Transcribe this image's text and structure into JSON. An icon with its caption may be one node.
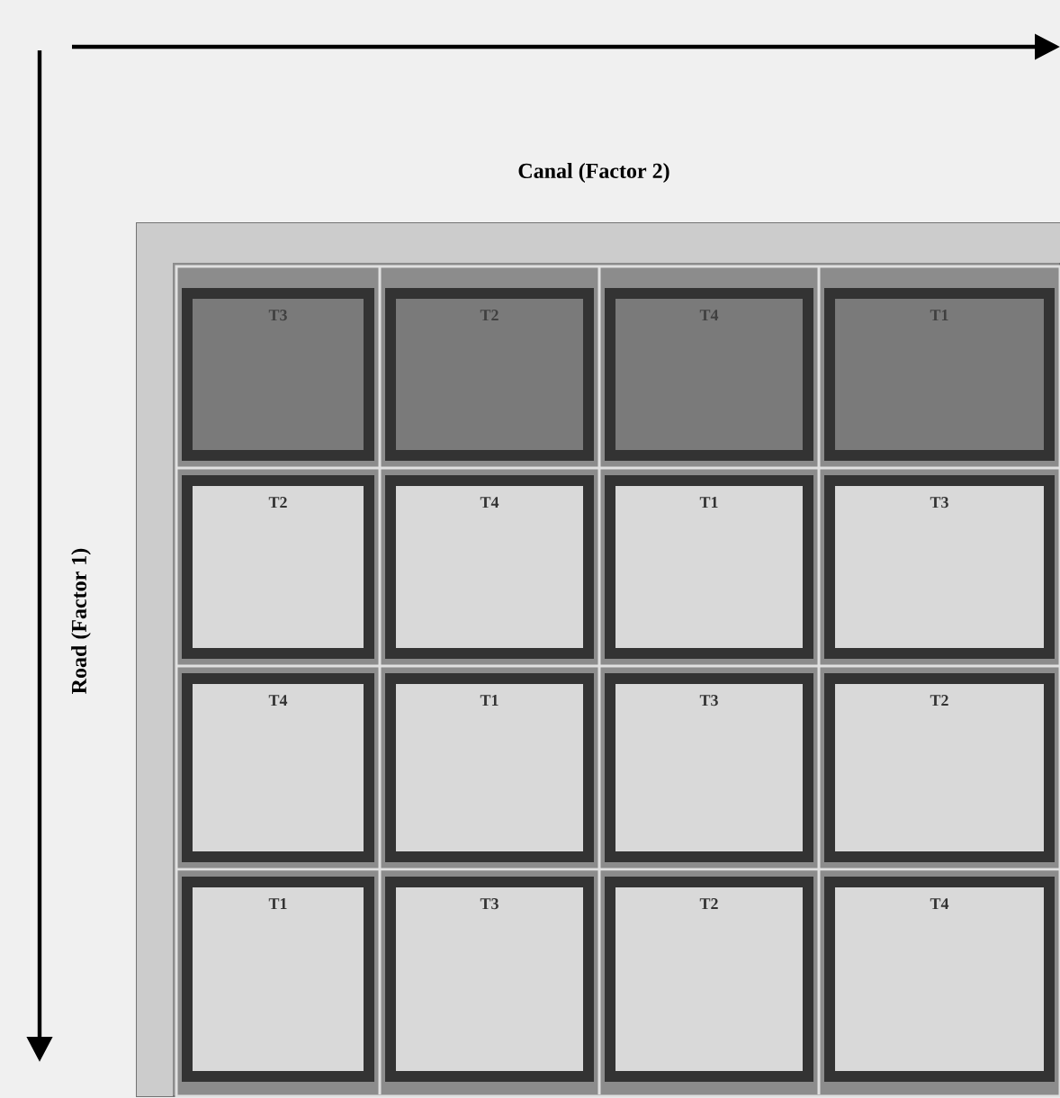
{
  "diagram": {
    "nodes": [
      {
        "text": [],
        "shape": "box"
      },
      {
        "text": [
          "T3"
        ],
        "in": 0
      },
      {
        "text": [
          "T2"
        ],
        "in": 0
      },
      {
        "text": [
          "T4"
        ],
        "in": 0
      },
      {
        "text": [
          "T1"
        ],
        "in": 0
      },
      {
        "text": [
          "T2"
        ],
        "in": 0
      },
      {
        "text": [
          "T4"
        ],
        "in": 0
      },
      {
        "text": [
          "T1"
        ],
        "in": 0
      },
      {
        "text": [
          "T3"
        ],
        "in": 0
      },
      {
        "text": [
          "T4"
        ],
        "in": 0
      },
      {
        "text": [
          "T1"
        ],
        "in": 0
      },
      {
        "text": [
          "T3"
        ],
        "in": 0
      },
      {
        "text": [
          "T2"
        ],
        "in": 0
      },
      {
        "text": [
          "T1"
        ],
        "in": 0
      },
      {
        "text": [
          "T3"
        ],
        "in": 0
      },
      {
        "text": [
          "T2"
        ],
        "in": 0
      },
      {
        "text": [
          "T4"
        ],
        "in": 0
      }
    ],
    "edges": [],
    "labels": [
      "Canal (Factor 2)",
      "Road (Factor 1)"
    ]
  }
}
